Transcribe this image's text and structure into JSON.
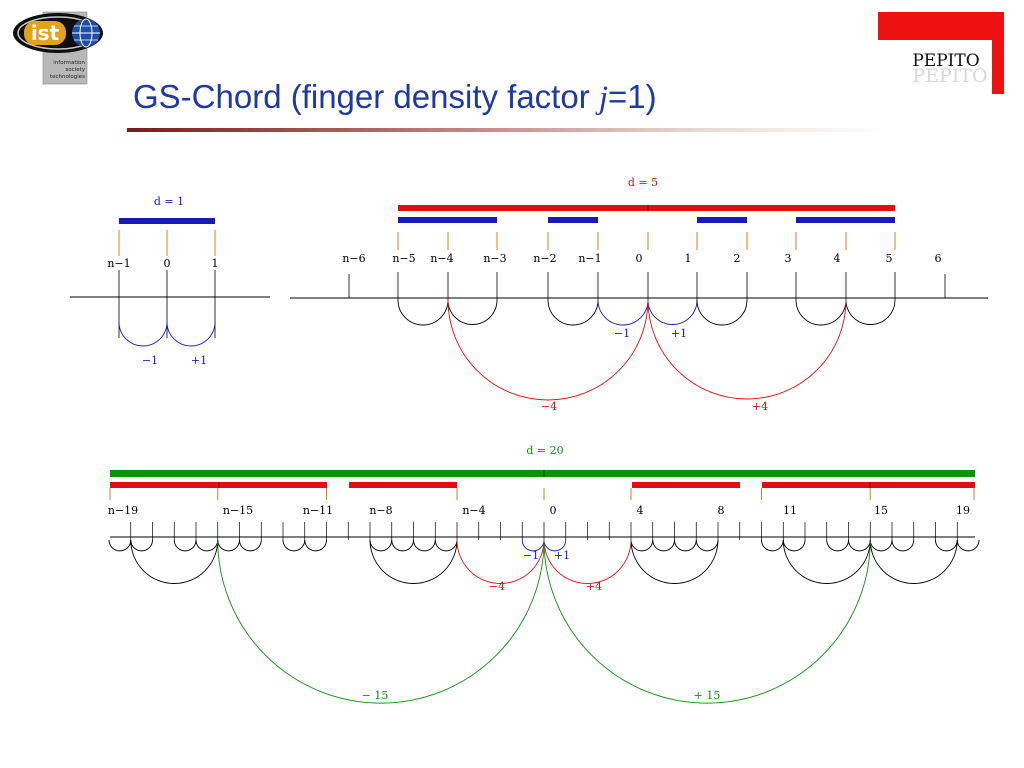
{
  "slide": {
    "title_prefix": "GS-Chord (finger density factor ",
    "title_var": "j",
    "title_suffix": "=1)"
  },
  "logos": {
    "ist_text": "ist",
    "ist_lines": [
      "information",
      "society",
      "technologies"
    ],
    "pepito_text": "PEPITO",
    "pepito_shadow": "PEPITO"
  },
  "colors": {
    "blue": "#1a1ab8",
    "red": "#e01010",
    "green": "#109010",
    "black": "#000000",
    "orange": "#d08020",
    "title": "#1f3a9e"
  },
  "diagrams": [
    {
      "id": "d1",
      "d_label": "d = 1",
      "d_color": "blue",
      "node_labels": [
        "n−1",
        "0",
        "1"
      ],
      "blocks": [
        {
          "color": "blue",
          "from": -1,
          "to": 1
        }
      ],
      "arcs": [
        {
          "from": -1,
          "to": 0,
          "color": "blue"
        },
        {
          "from": 0,
          "to": 1,
          "color": "blue"
        }
      ],
      "arc_labels": [
        {
          "text": "−1",
          "color": "blue"
        },
        {
          "text": "+1",
          "color": "blue"
        }
      ]
    },
    {
      "id": "d5",
      "d_label": "d = 5",
      "d_color": "red",
      "node_labels": [
        "n−6",
        "n−5",
        "n−4",
        "n−3",
        "n−2",
        "n−1",
        "0",
        "1",
        "2",
        "3",
        "4",
        "5",
        "6"
      ],
      "blocks": [
        {
          "color": "red",
          "from": -5,
          "to": 5
        },
        {
          "color": "blue",
          "from": -5,
          "to": -3
        },
        {
          "color": "blue",
          "from": -2,
          "to": -1
        },
        {
          "color": "blue",
          "from": 1,
          "to": 2
        },
        {
          "color": "blue",
          "from": 3,
          "to": 5
        }
      ],
      "arcs": [
        {
          "from": -5,
          "to": -4,
          "color": "black"
        },
        {
          "from": -4,
          "to": -3,
          "color": "black"
        },
        {
          "from": -2,
          "to": -1,
          "color": "black"
        },
        {
          "from": -1,
          "to": 0,
          "color": "blue"
        },
        {
          "from": 0,
          "to": 1,
          "color": "blue"
        },
        {
          "from": 1,
          "to": 2,
          "color": "black"
        },
        {
          "from": 3,
          "to": 4,
          "color": "black"
        },
        {
          "from": 4,
          "to": 5,
          "color": "black"
        },
        {
          "from": -4,
          "to": 0,
          "color": "red"
        },
        {
          "from": 0,
          "to": 4,
          "color": "red"
        }
      ],
      "arc_labels": [
        {
          "text": "−1",
          "color": "blue"
        },
        {
          "text": "+1",
          "color": "blue"
        },
        {
          "text": "−4",
          "color": "red"
        },
        {
          "text": "+4",
          "color": "red"
        }
      ]
    },
    {
      "id": "d20",
      "d_label": "d = 20",
      "d_color": "green",
      "node_labels": [
        "n−19",
        "n−15",
        "n−11",
        "n−8",
        "n−4",
        "0",
        "4",
        "8",
        "11",
        "15",
        "19"
      ],
      "blocks": [
        {
          "color": "green",
          "from": -20,
          "to": 20
        },
        {
          "color": "red",
          "from": -20,
          "to": -10
        },
        {
          "color": "red",
          "from": -9,
          "to": -4
        },
        {
          "color": "red",
          "from": 4,
          "to": 9
        },
        {
          "color": "red",
          "from": 10,
          "to": 20
        }
      ],
      "arcs": [
        {
          "from": -4,
          "to": 0,
          "color": "red"
        },
        {
          "from": 0,
          "to": 4,
          "color": "red"
        },
        {
          "from": -1,
          "to": 0,
          "color": "blue"
        },
        {
          "from": 0,
          "to": 1,
          "color": "blue"
        },
        {
          "from": -15,
          "to": 0,
          "color": "green"
        },
        {
          "from": 0,
          "to": 15,
          "color": "green"
        }
      ],
      "arc_labels": [
        {
          "text": "−1",
          "color": "blue"
        },
        {
          "text": "+1",
          "color": "blue"
        },
        {
          "text": "−4",
          "color": "red"
        },
        {
          "text": "+4",
          "color": "red"
        },
        {
          "text": "− 15",
          "color": "green"
        },
        {
          "text": "+ 15",
          "color": "green"
        }
      ]
    }
  ]
}
